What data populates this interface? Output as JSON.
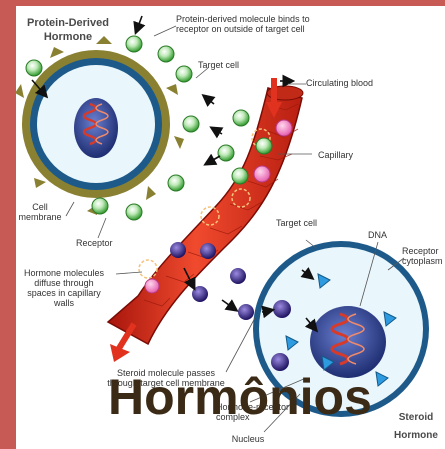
{
  "title": "Hormônios",
  "labels": {
    "protein_hormone": [
      "Protein-Derived",
      "Hormone"
    ],
    "binds": [
      "Protein-derived molecule binds to",
      "receptor on outside of target cell"
    ],
    "target_cell_top": "Target cell",
    "circulating_blood": "Circulating blood",
    "capillary": "Capillary",
    "cell_membrane": [
      "Cell",
      "membrane"
    ],
    "receptor_left": "Receptor",
    "hormone_molecules": [
      "Hormone molecules",
      "diffuse through",
      "spaces in capillary",
      "walls"
    ],
    "target_cell_bottom": "Target cell",
    "dna": "DNA",
    "receptor_right": [
      "Receptor",
      "cytoplasm"
    ],
    "steroid_passes": [
      "Steroid molecule passes",
      "through target cell membrane"
    ],
    "hormone_receptor": [
      "Hormone-receptor",
      "complex"
    ],
    "nucleus": "Nucleus",
    "steroid_hormone": [
      "Steroid",
      "Hormone"
    ]
  },
  "colors": {
    "frame": "#c85a55",
    "cell_membrane": "#1d5a8a",
    "cytoplasm": "#e9f6fb",
    "nucleus": "#2a3f8f",
    "capillary": "#e0321e",
    "dna": "#d83a2a",
    "protein_hormone": "#4fb84a",
    "steroid_hormone": "#3a2a8f"
  }
}
